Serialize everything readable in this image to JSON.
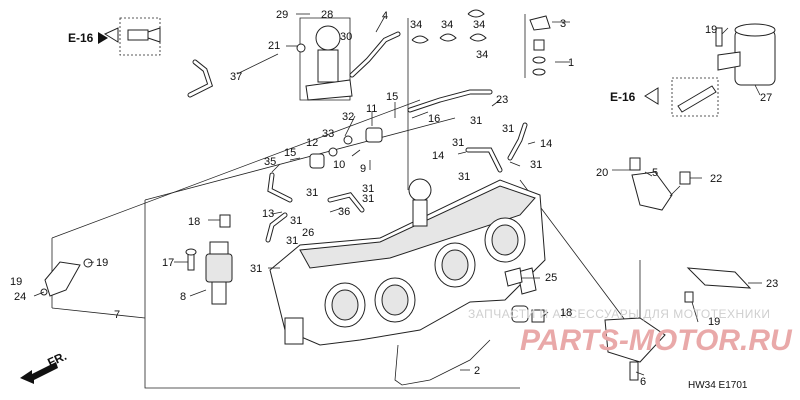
{
  "diagram": {
    "code": "HW34  E1701",
    "direction_label": "FR.",
    "refs": [
      {
        "id": "ref-e16-top",
        "text": "E-16"
      },
      {
        "id": "ref-e16-right",
        "text": "E-16"
      }
    ],
    "watermark": {
      "line1": "ЗАПЧАСТИ И АКСЕССУАРЫ ДЛЯ МОТОТЕХНИКИ",
      "logo": "PARTS-MOTOR.RU"
    },
    "callouts": [
      {
        "n": "29"
      },
      {
        "n": "28"
      },
      {
        "n": "4"
      },
      {
        "n": "34"
      },
      {
        "n": "34"
      },
      {
        "n": "34"
      },
      {
        "n": "34"
      },
      {
        "n": "3"
      },
      {
        "n": "19"
      },
      {
        "n": "21"
      },
      {
        "n": "30"
      },
      {
        "n": "1"
      },
      {
        "n": "37"
      },
      {
        "n": "27"
      },
      {
        "n": "15"
      },
      {
        "n": "16"
      },
      {
        "n": "23"
      },
      {
        "n": "11"
      },
      {
        "n": "32"
      },
      {
        "n": "31"
      },
      {
        "n": "31"
      },
      {
        "n": "12"
      },
      {
        "n": "33"
      },
      {
        "n": "15"
      },
      {
        "n": "10"
      },
      {
        "n": "14"
      },
      {
        "n": "31"
      },
      {
        "n": "14"
      },
      {
        "n": "31"
      },
      {
        "n": "35"
      },
      {
        "n": "9"
      },
      {
        "n": "20"
      },
      {
        "n": "5"
      },
      {
        "n": "22"
      },
      {
        "n": "31"
      },
      {
        "n": "31"
      },
      {
        "n": "31"
      },
      {
        "n": "31"
      },
      {
        "n": "18"
      },
      {
        "n": "13"
      },
      {
        "n": "36"
      },
      {
        "n": "31"
      },
      {
        "n": "26"
      },
      {
        "n": "31"
      },
      {
        "n": "17"
      },
      {
        "n": "19"
      },
      {
        "n": "19"
      },
      {
        "n": "24"
      },
      {
        "n": "31"
      },
      {
        "n": "8"
      },
      {
        "n": "25"
      },
      {
        "n": "23"
      },
      {
        "n": "18"
      },
      {
        "n": "7"
      },
      {
        "n": "19"
      },
      {
        "n": "2"
      },
      {
        "n": "6"
      }
    ]
  }
}
